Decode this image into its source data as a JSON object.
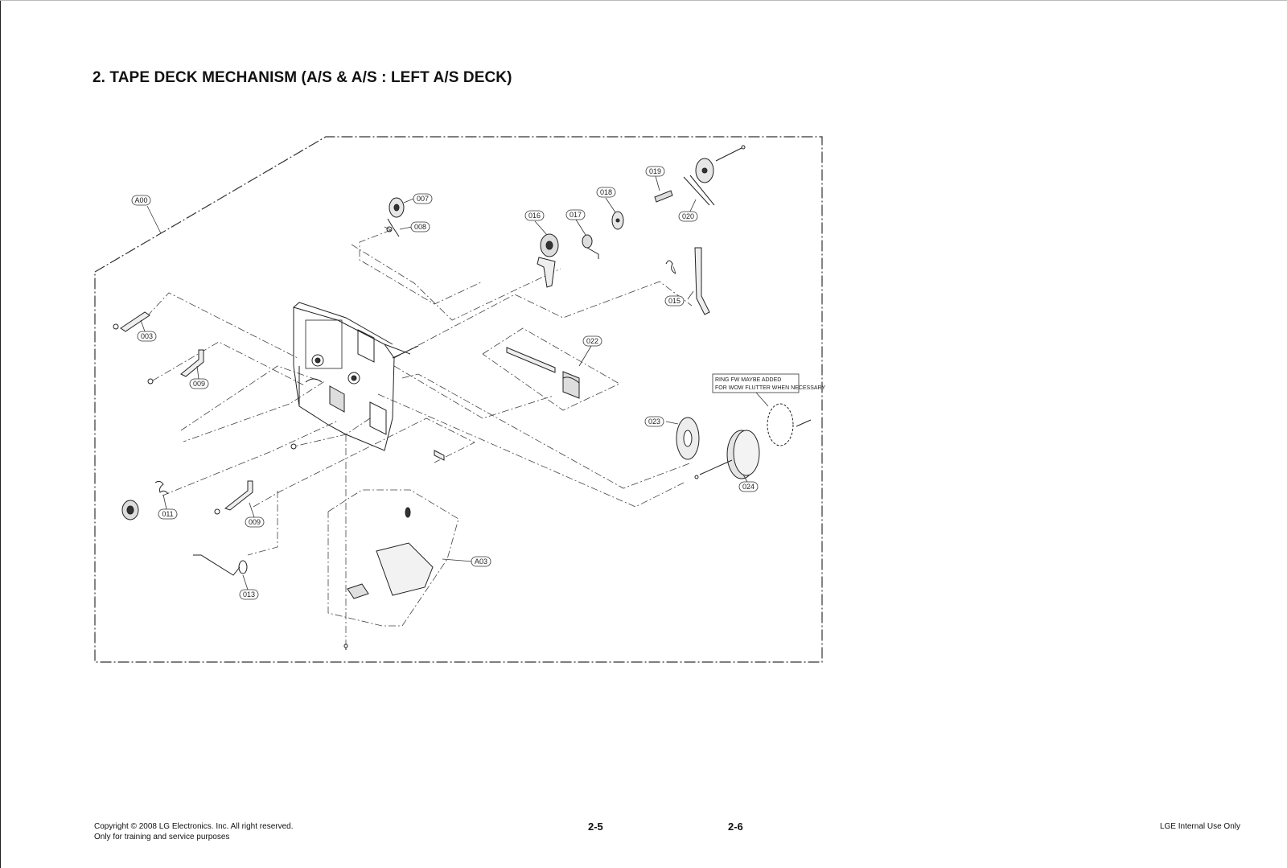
{
  "title": "2. TAPE DECK MECHANISM (A/S & A/S : LEFT A/S DECK)",
  "parts": [
    {
      "id": "a00",
      "label": "A00"
    },
    {
      "id": "003",
      "label": "003"
    },
    {
      "id": "007",
      "label": "007"
    },
    {
      "id": "008",
      "label": "008"
    },
    {
      "id": "009a",
      "label": "009"
    },
    {
      "id": "009b",
      "label": "009"
    },
    {
      "id": "011",
      "label": "011"
    },
    {
      "id": "013",
      "label": "013"
    },
    {
      "id": "015",
      "label": "015"
    },
    {
      "id": "016",
      "label": "016"
    },
    {
      "id": "017",
      "label": "017"
    },
    {
      "id": "018",
      "label": "018"
    },
    {
      "id": "019",
      "label": "019"
    },
    {
      "id": "020",
      "label": "020"
    },
    {
      "id": "022",
      "label": "022"
    },
    {
      "id": "023",
      "label": "023"
    },
    {
      "id": "024",
      "label": "024"
    },
    {
      "id": "a03",
      "label": "A03"
    }
  ],
  "note": {
    "line1": "RING FW MAYBE ADDED",
    "line2": "FOR WOW FLUTTER WHEN NECESSARY"
  },
  "footer": {
    "copyright_line1": "Copyright © 2008 LG Electronics. Inc. All right reserved.",
    "copyright_line2": "Only for training and service purposes",
    "page_left": "2-5",
    "page_right": "2-6",
    "internal": "LGE Internal Use Only"
  }
}
